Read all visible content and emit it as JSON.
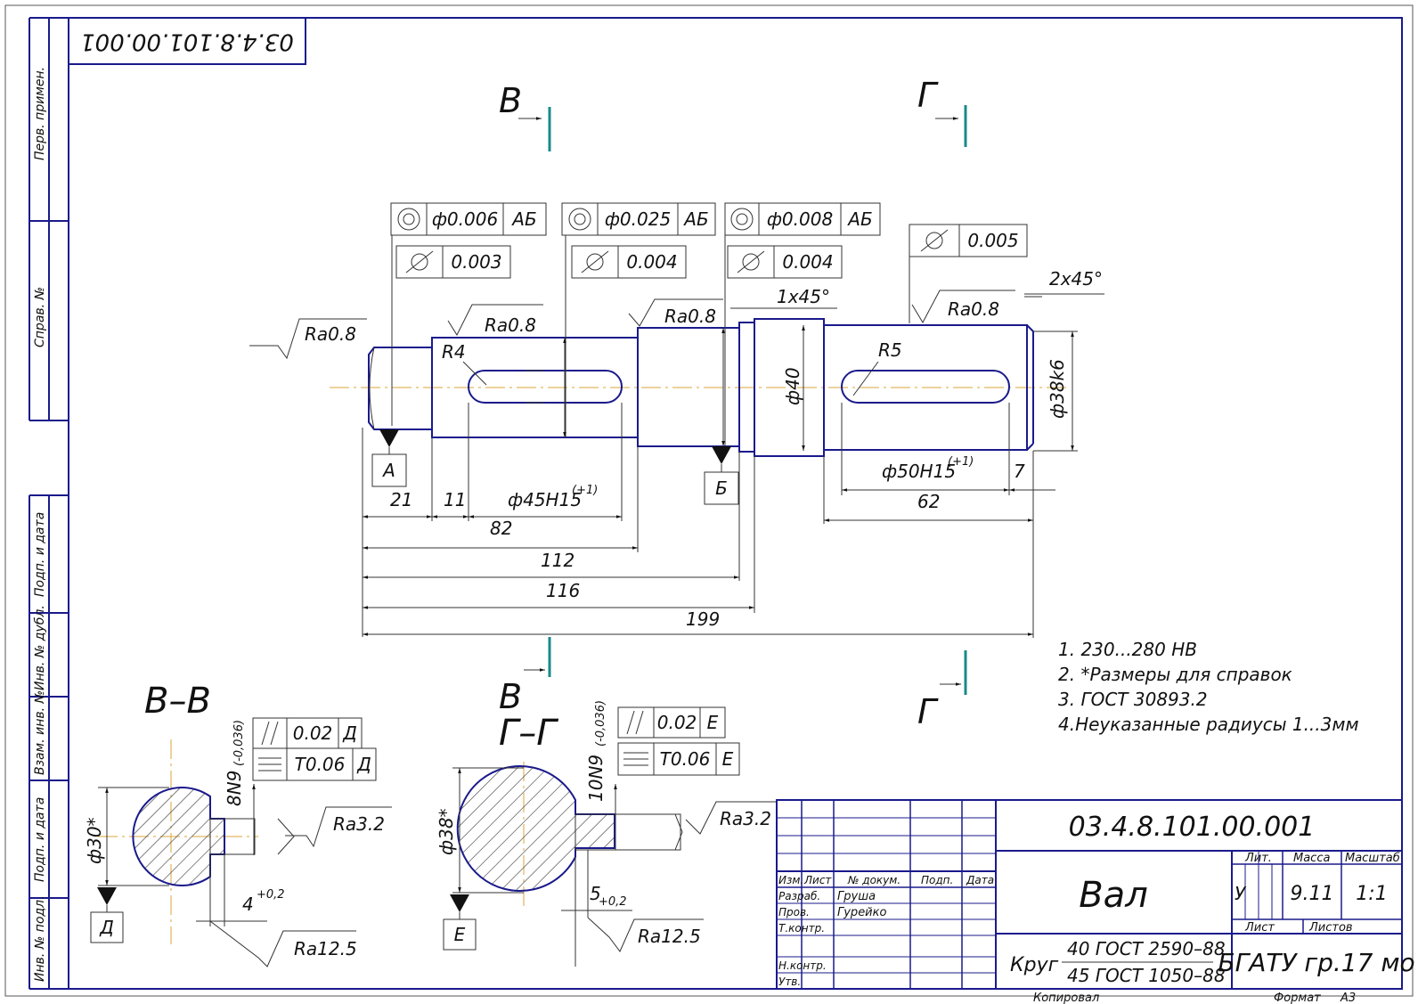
{
  "drawing": {
    "stamp_code_rotated": "03.4.8.101.00.001",
    "side_labels": [
      "Перв. примен.",
      "Справ. №",
      "Подп. и дата",
      "Инв. № дубл.",
      "Взам. инв. №",
      "Подп. и дата",
      "Инв. № подл."
    ],
    "section_marks": {
      "v_top": "В",
      "g_top": "Г",
      "v_bottom": "В",
      "g_bottom": "Г"
    },
    "section_titles": {
      "vv": "В–В",
      "gg": "Г–Г"
    },
    "tolerances": {
      "t1_concentric": "ф0.006",
      "t1_base": "АБ",
      "t1_runout": "0.003",
      "t2_concentric": "ф0.025",
      "t2_base": "АБ",
      "t2_runout": "0.004",
      "t3_concentric": "ф0.008",
      "t3_base": "АБ",
      "t3_runout": "0.004",
      "t4_runout": "0.005"
    },
    "roughness": {
      "r1": "Ra0.8",
      "r2": "Ra0.8",
      "r3": "Ra0.8",
      "r4": "Ra0.8",
      "vv1": "Ra3.2",
      "vv2": "Ra12.5",
      "gg1": "Ra3.2",
      "gg2": "Ra12.5"
    },
    "dimensions": {
      "chamfer1": "1x45°",
      "chamfer2": "2x45°",
      "r4": "R4",
      "r5": "R5",
      "d40": "ф40",
      "d38k6": "ф38k6",
      "d45": "ф45Н15",
      "d45_tol": "(+1)",
      "d50": "ф50Н15",
      "d50_tol": "(+1)",
      "l21": "21",
      "l11": "11",
      "l82": "82",
      "l112": "112",
      "l116": "116",
      "l199": "199",
      "l62": "62",
      "l7": "7"
    },
    "datums": {
      "a": "А",
      "b": "Б",
      "d": "Д",
      "e": "Е"
    },
    "section_vv": {
      "diameter": "ф30*",
      "key_width": "8N9",
      "key_width_tol": "(-0,036)",
      "depth": "4",
      "depth_tol": "+0,2",
      "par": "0.02",
      "par_base": "Д",
      "sym": "Т0.06",
      "sym_base": "Д"
    },
    "section_gg": {
      "diameter": "ф38*",
      "key_width": "10N9",
      "key_width_tol": "(-0,036)",
      "depth": "5",
      "depth_tol": "+0,2",
      "par": "0.02",
      "par_base": "Е",
      "sym": "Т0.06",
      "sym_base": "Е"
    },
    "notes": [
      "1. 230...280 НВ",
      "2. *Размеры для справок",
      "3. ГОСТ 30893.2",
      "4.Неуказанные радиусы 1...3мм"
    ]
  },
  "title_block": {
    "code": "03.4.8.101.00.001",
    "name": "Вал",
    "material_prefix": "Круг",
    "material_top": "40 ГОСТ 2590–88",
    "material_bottom": "45 ГОСТ 1050–88",
    "org": "БГАТУ гр.17 мо",
    "col_headers": [
      "Изм.",
      "Лист",
      "№ докум.",
      "Подп.",
      "Дата"
    ],
    "rows": [
      "Разраб.",
      "Пров.",
      "Т.контр.",
      "Н.контр.",
      "Утв."
    ],
    "developer": "Груша",
    "checker": "Гурейко",
    "lit_label": "Лит.",
    "mass_label": "Масса",
    "scale_label": "Масштаб",
    "lit_value": "У",
    "mass_value": "9.11",
    "scale_value": "1:1",
    "sheet_label": "Лист",
    "sheets_label": "Листов",
    "copied": "Копировал",
    "format_label": "Формат",
    "format_value": "А3"
  }
}
